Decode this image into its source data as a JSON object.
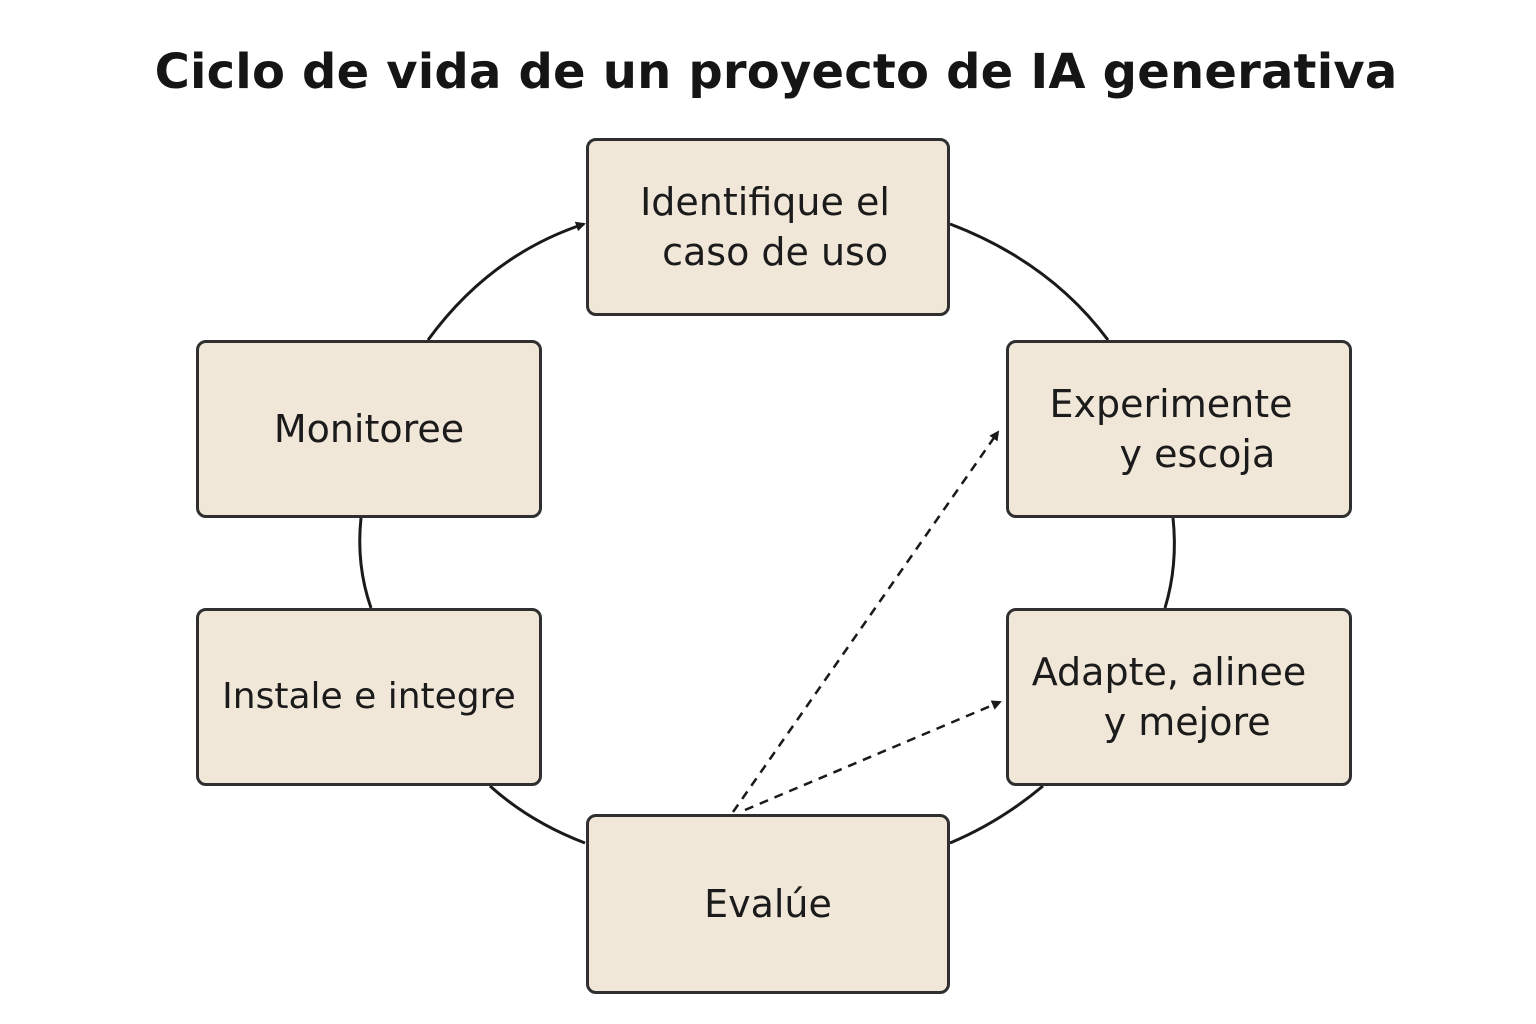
{
  "title": "Ciclo de vida de un proyecto de IA generativa",
  "steps": {
    "identify": {
      "line1": "Identifique el",
      "line2": "caso de uso"
    },
    "experiment": {
      "line1": "Experimente",
      "line2": "y escoja"
    },
    "adapt": {
      "line1": "Adapte, alinee",
      "line2": "y mejore"
    },
    "evaluate": {
      "label": "Evalúe"
    },
    "deploy": {
      "label": "Instale e integre"
    },
    "monitor": {
      "label": "Monitoree"
    }
  },
  "colors": {
    "box_fill": "#f1e7d9",
    "box_border": "#2f2f2f",
    "line": "#1a1a1a"
  }
}
